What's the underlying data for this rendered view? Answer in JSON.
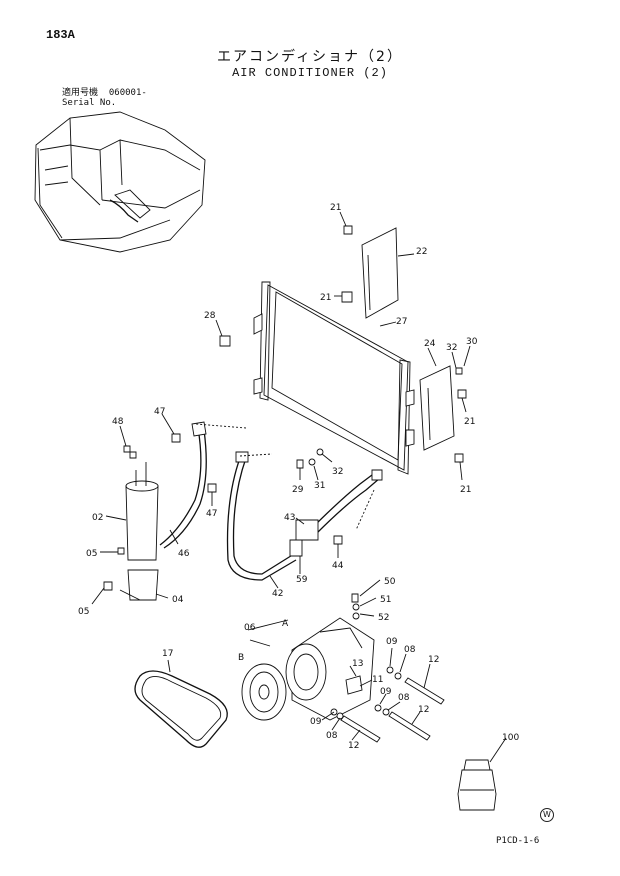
{
  "header": {
    "page_id": "183A",
    "title_jp": "エアコンディショナ（2）",
    "title_en": "AIR CONDITIONER (2)",
    "serial_jp_label": "適用号機",
    "serial_value": "060001-",
    "serial_en_label": "Serial No."
  },
  "footer": {
    "code": "P1CD-1-6",
    "mark": "W"
  },
  "callouts": {
    "c21a": "21",
    "c22": "22",
    "c21b": "21",
    "c28": "28",
    "c27": "27",
    "c24": "24",
    "c32a": "32",
    "c30": "30",
    "c21c": "21",
    "c21d": "21",
    "c47a": "47",
    "c48": "48",
    "c29": "29",
    "c31": "31",
    "c32b": "32",
    "c47b": "47",
    "c02": "02",
    "c05a": "05",
    "c46": "46",
    "c43": "43",
    "c44": "44",
    "c59": "59",
    "c42": "42",
    "c05b": "05",
    "c04": "04",
    "c50": "50",
    "c51": "51",
    "c52": "52",
    "c06": "06",
    "cA": "A",
    "cB": "B",
    "c17": "17",
    "c09a": "09",
    "c08a": "08",
    "c13": "13",
    "c11": "11",
    "c12a": "12",
    "c09b": "09",
    "c08b": "08",
    "c09c": "09",
    "c08c": "08",
    "c12b": "12",
    "c12c": "12",
    "c100": "100"
  }
}
